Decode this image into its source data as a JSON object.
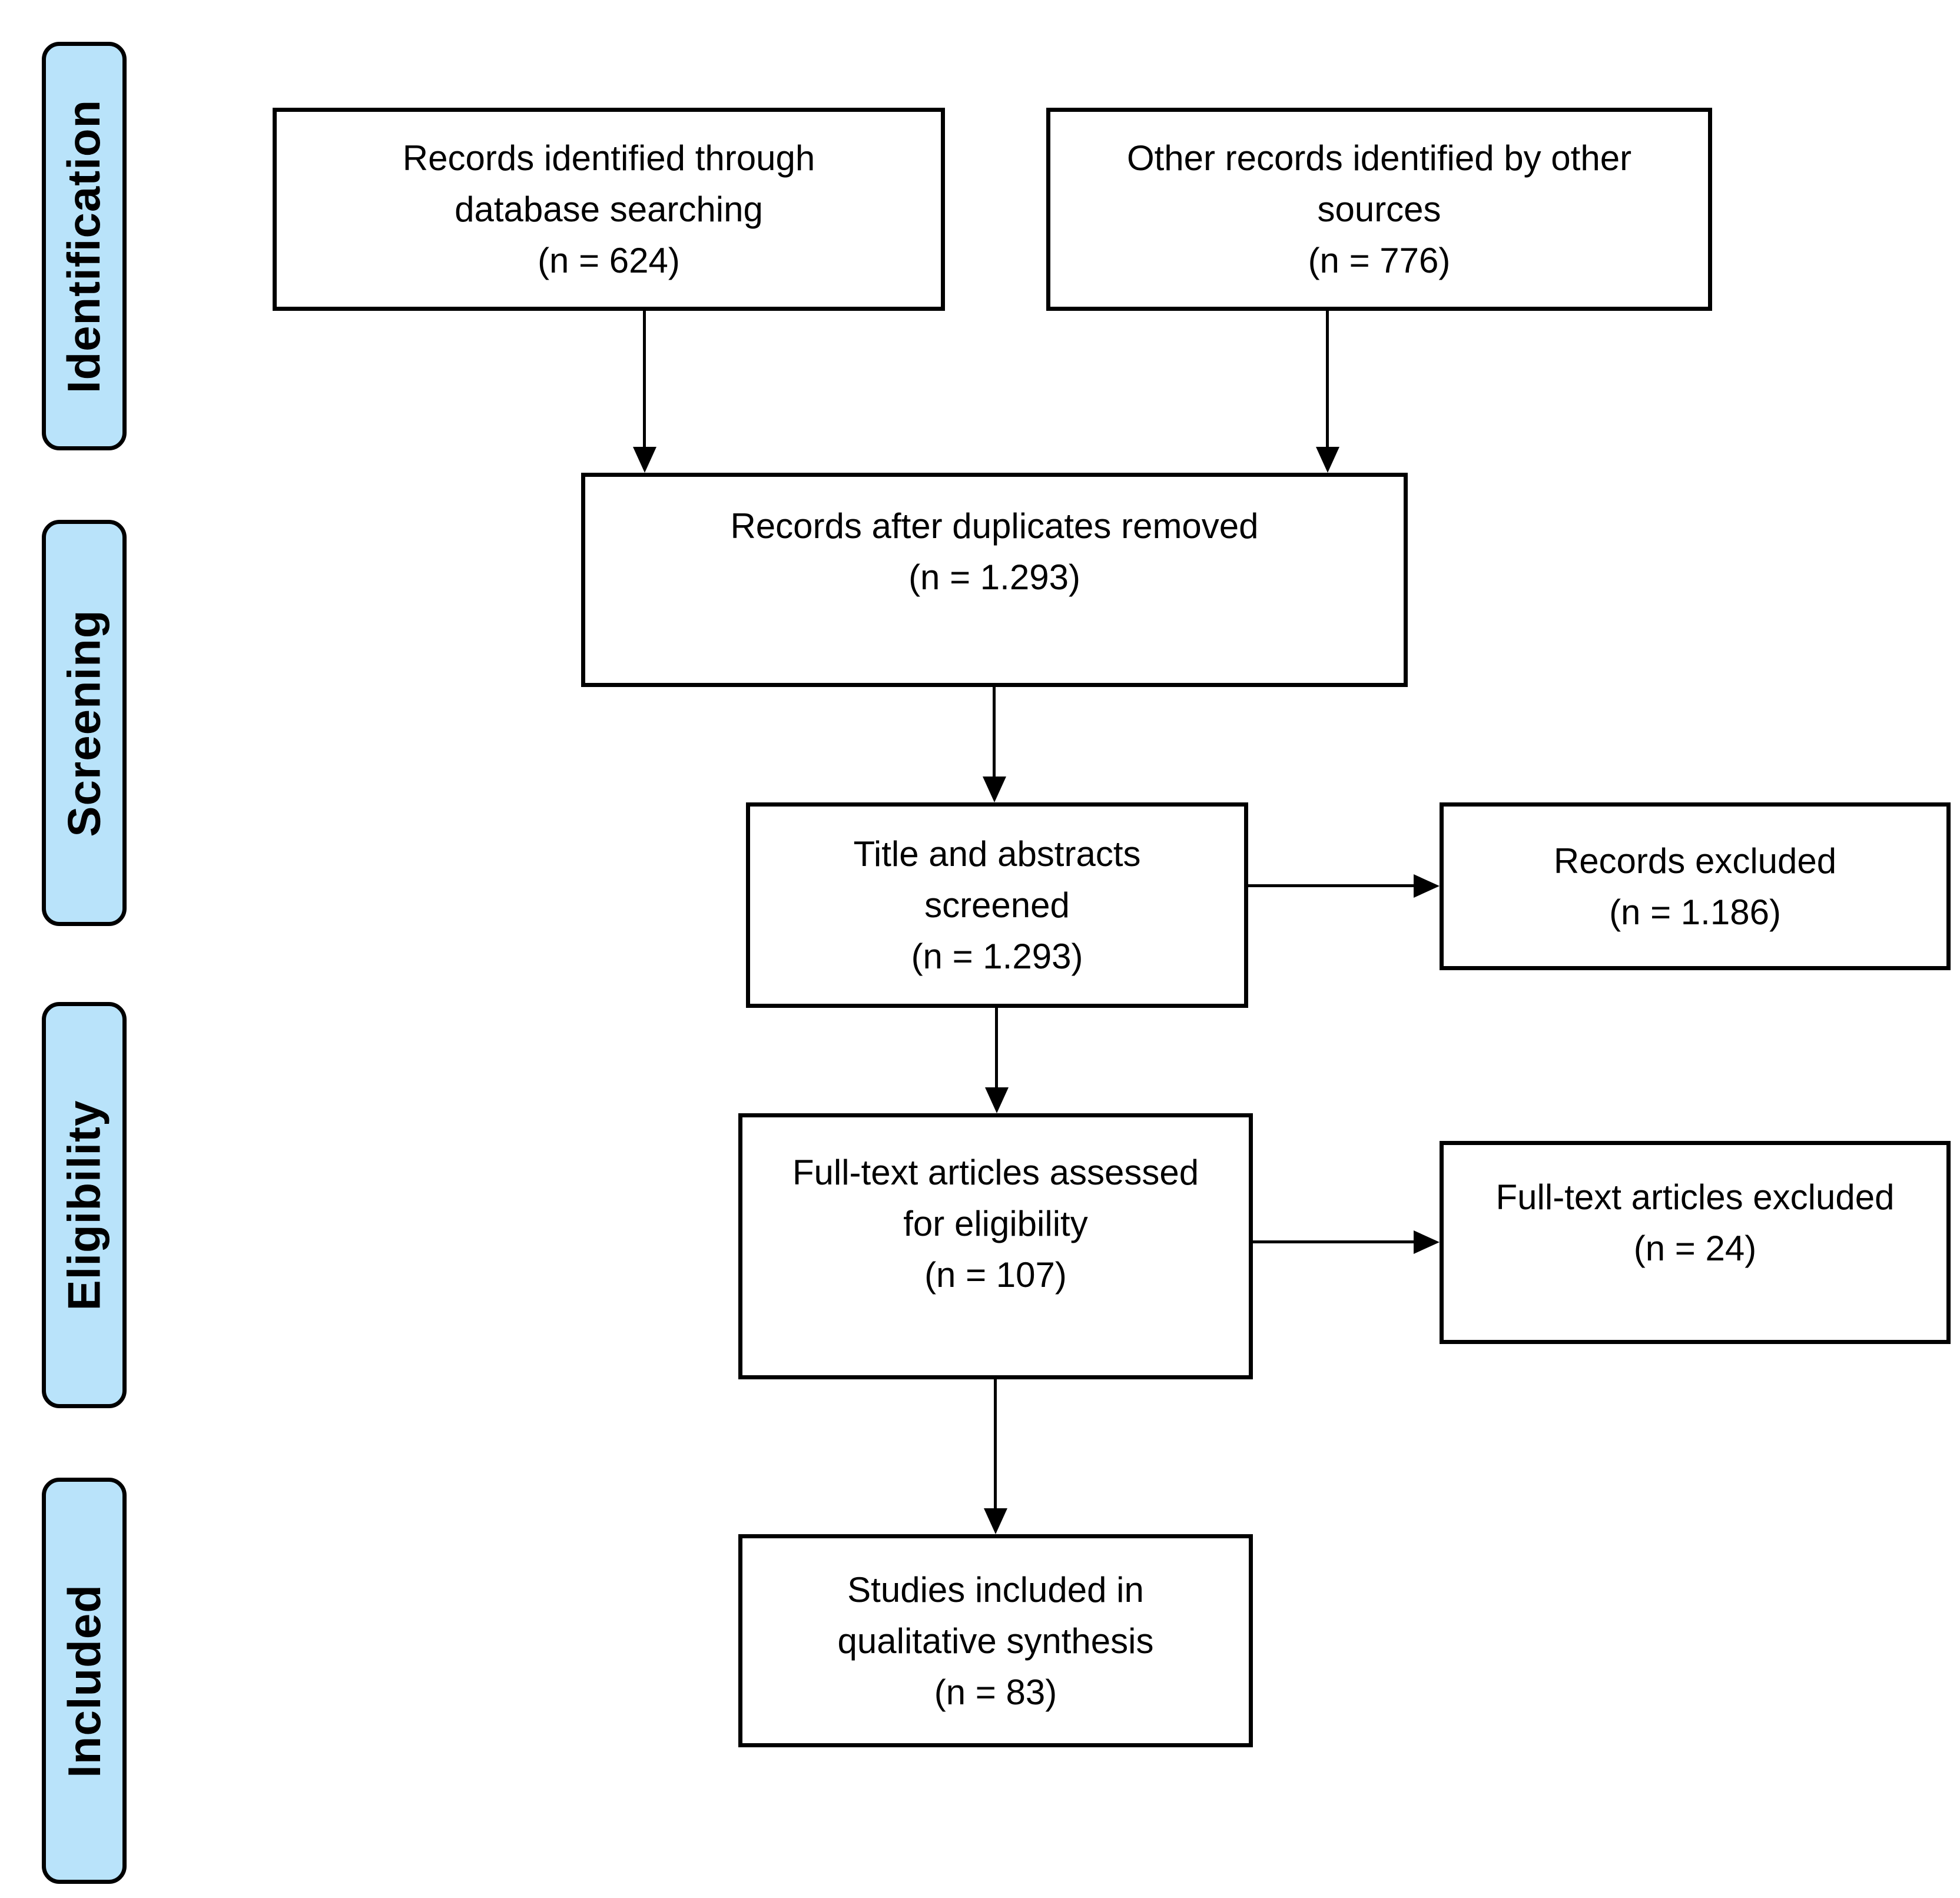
{
  "stages": [
    {
      "label": "Identification"
    },
    {
      "label": "Screening"
    },
    {
      "label": "Eligibility"
    },
    {
      "label": "Included"
    }
  ],
  "boxes": {
    "identified": {
      "lines": [
        "Records identified through",
        "database searching",
        "(n = 624)"
      ]
    },
    "other_sources": {
      "lines": [
        "Other records identified by other",
        "sources",
        "(n = 776)"
      ]
    },
    "after_duplicates": {
      "lines": [
        "Records after duplicates removed",
        "(n = 1.293)"
      ]
    },
    "screened": {
      "lines": [
        "Title and abstracts",
        "screened",
        "(n = 1.293)"
      ]
    },
    "records_excluded": {
      "lines": [
        "Records excluded",
        "(n = 1.186)"
      ]
    },
    "fulltext_assessed": {
      "lines": [
        "Full-text articles assessed",
        "for eligibility",
        "(n = 107)"
      ]
    },
    "fulltext_excluded": {
      "lines": [
        "Full-text articles excluded",
        "(n = 24)"
      ]
    },
    "included_studies": {
      "lines": [
        "Studies included in",
        "qualitative synthesis",
        "(n = 83)"
      ]
    }
  },
  "connections": [
    {
      "from": "identified",
      "to": "after_duplicates",
      "direction": "down"
    },
    {
      "from": "other_sources",
      "to": "after_duplicates",
      "direction": "down"
    },
    {
      "from": "after_duplicates",
      "to": "screened",
      "direction": "down"
    },
    {
      "from": "screened",
      "to": "records_excluded",
      "direction": "right"
    },
    {
      "from": "screened",
      "to": "fulltext_assessed",
      "direction": "down"
    },
    {
      "from": "fulltext_assessed",
      "to": "fulltext_excluded",
      "direction": "right"
    },
    {
      "from": "fulltext_assessed",
      "to": "included_studies",
      "direction": "down"
    }
  ],
  "colors": {
    "stage_fill": "#b9e3fa",
    "stage_border": "#000000",
    "box_fill": "#ffffff",
    "box_border": "#000000",
    "arrow": "#000000"
  }
}
